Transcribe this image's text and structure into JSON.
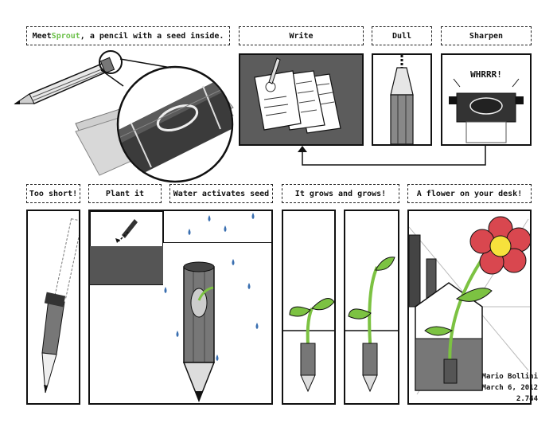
{
  "captions": {
    "meet_prefix": "Meet ",
    "meet_name": "Sprout",
    "meet_suffix": ", a pencil with a seed inside.",
    "write": "Write",
    "dull": "Dull",
    "sharpen": "Sharpen",
    "too_short": "Too short!",
    "plant_it": "Plant it",
    "water": "Water activates seed",
    "grows": "It grows and grows!",
    "flower": "A flower on your desk!"
  },
  "sharpener_sound": "WHRRR!",
  "signature": {
    "name": "Mario Bollini",
    "date": "March 6, 2012",
    "code": "2.744"
  },
  "colors": {
    "accent": "#6cc04a",
    "leaf": "#7cc242",
    "petal": "#d9474f",
    "center": "#f6e13c",
    "water": "#3a6fb0"
  }
}
